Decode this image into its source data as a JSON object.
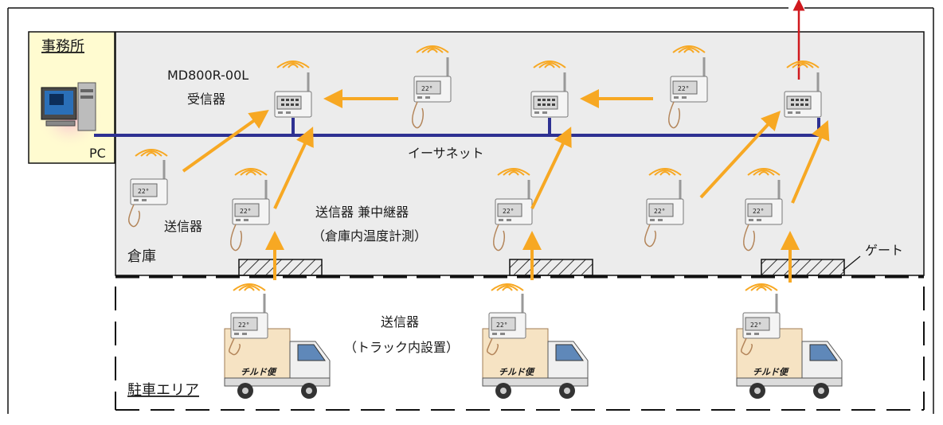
{
  "labels": {
    "office": "事務所",
    "pc": "PC",
    "receiver_model": "MD800R-00L",
    "receiver": "受信器",
    "ethernet": "イーサネット",
    "transmitter": "送信器",
    "repeater_line1": "送信器 兼中継器",
    "repeater_line2": "（倉庫内温度計測）",
    "warehouse": "倉庫",
    "gate": "ゲート",
    "truck_tx_line1": "送信器",
    "truck_tx_line2": "（トラック内設置）",
    "parking": "駐車エリア",
    "truck_logo": "チルド便",
    "lcd_reading": "22°"
  },
  "colors": {
    "ethernet": "#2e3192",
    "wireless_arrow": "#f7a823",
    "uplink": "#d0191e",
    "warehouse_fill": "#ececec",
    "office_fill": "#fffbd0",
    "gate_hatch": "#333333"
  }
}
